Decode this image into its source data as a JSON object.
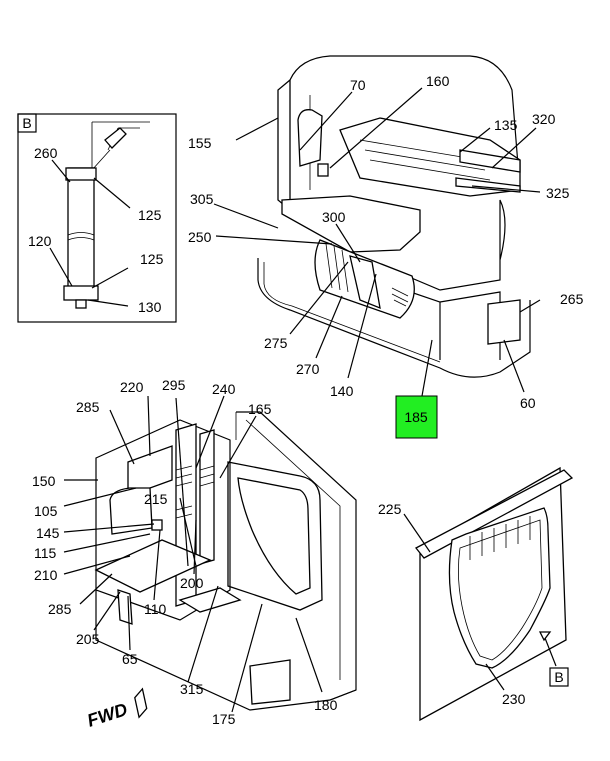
{
  "detail": {
    "tag": "B"
  },
  "callouts": {
    "c70": "70",
    "c160": "160",
    "c135": "135",
    "c320": "320",
    "c155": "155",
    "c325": "325",
    "c305": "305",
    "c300": "300",
    "c250": "250",
    "c265": "265",
    "c275": "275",
    "c270": "270",
    "c140": "140",
    "c185": "185",
    "c60": "60",
    "c260": "260",
    "c125a": "125",
    "c120": "120",
    "c125b": "125",
    "c130": "130",
    "c220": "220",
    "c295": "295",
    "c240": "240",
    "c285a": "285",
    "c165": "165",
    "c150": "150",
    "c105": "105",
    "c215": "215",
    "c145": "145",
    "c115": "115",
    "c210": "210",
    "c200": "200",
    "c285b": "285",
    "c110": "110",
    "c205": "205",
    "c65": "65",
    "c315": "315",
    "c175": "175",
    "c180": "180",
    "c225": "225",
    "c230": "230"
  },
  "highlight": {
    "color": "#22ee22",
    "callout": "185"
  },
  "orientation": {
    "label": "FWD"
  },
  "view_ref": {
    "tag": "B"
  }
}
